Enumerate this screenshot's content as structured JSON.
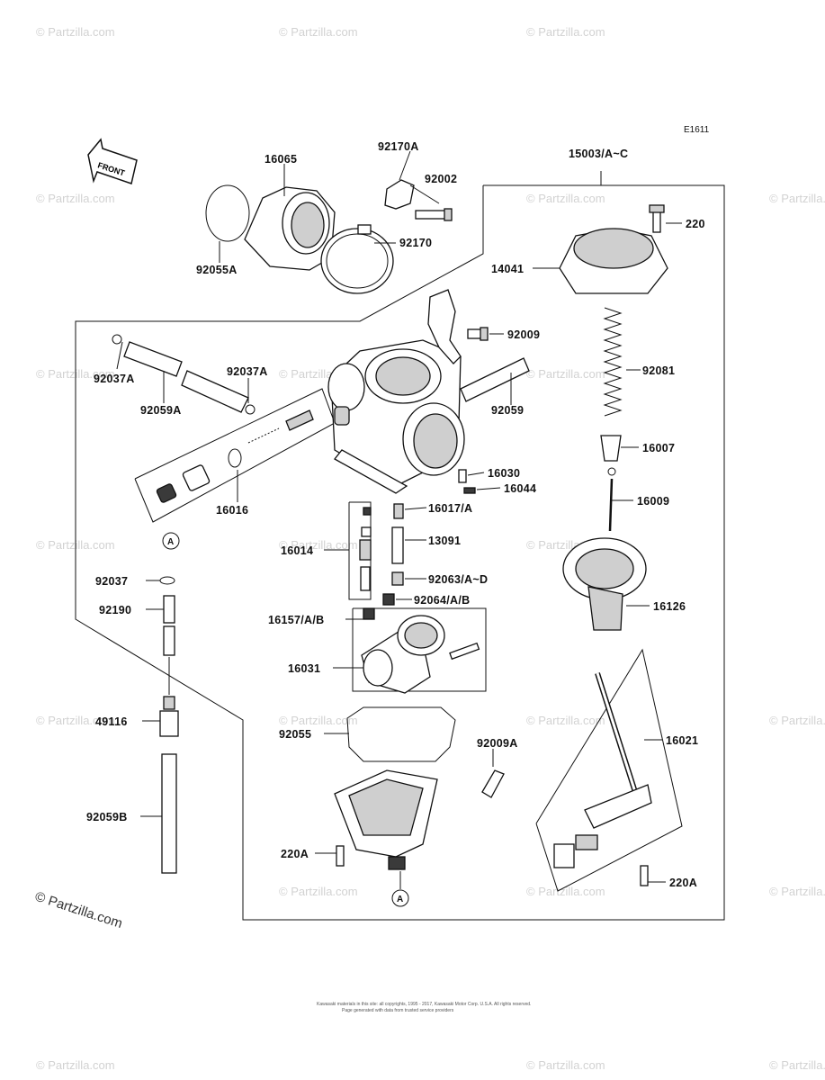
{
  "diagram_ref": "E1611",
  "front_arrow_label": "FRONT",
  "watermark_text": "© Partzilla.com",
  "watermark_main": "© Partzilla.com",
  "footer_text": "Kawasaki materials in this site: all copyrights, 1995 - 2017, Kawasaki Motor Corp. U.S.A. All rights reserved.",
  "footer_text_2": "Page generated with data from trusted service providers",
  "circle_marker": "A",
  "parts": {
    "p16065": "16065",
    "p92170A": "92170A",
    "p92002": "92002",
    "p92170": "92170",
    "p92055A": "92055A",
    "p15003": "15003/A~C",
    "p220": "220",
    "p14041": "14041",
    "p92009": "92009",
    "p92081": "92081",
    "p92037A_1": "92037A",
    "p92037A_2": "92037A",
    "p92059A": "92059A",
    "p92059": "92059",
    "p16007": "16007",
    "p16030": "16030",
    "p16044": "16044",
    "p16016": "16016",
    "p16009": "16009",
    "p16017": "16017/A",
    "p16014": "16014",
    "p13091": "13091",
    "p92037": "92037",
    "p92063": "92063/A~D",
    "p92064": "92064/A/B",
    "p92190": "92190",
    "p16126": "16126",
    "p16157": "16157/A/B",
    "p16031": "16031",
    "p49116": "49116",
    "p92055": "92055",
    "p16021": "16021",
    "p92009A": "92009A",
    "p92059B": "92059B",
    "p220A_1": "220A",
    "p220A_2": "220A"
  }
}
